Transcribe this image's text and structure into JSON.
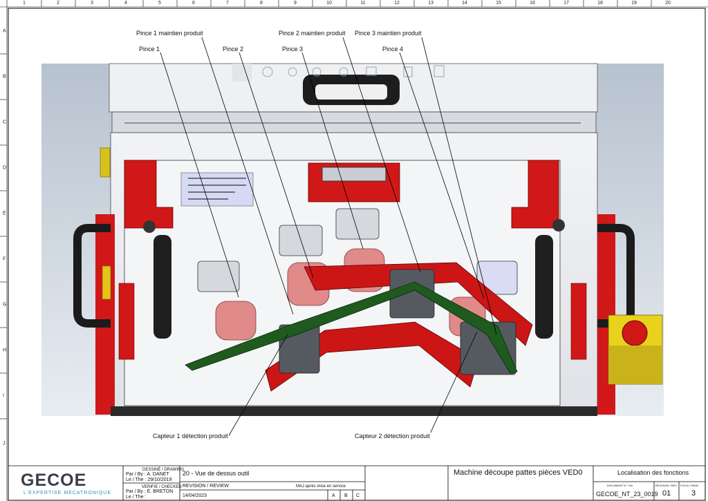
{
  "rulers": {
    "columns": [
      "1",
      "2",
      "3",
      "4",
      "5",
      "6",
      "7",
      "8",
      "9",
      "10",
      "11",
      "12",
      "13",
      "14",
      "15",
      "16",
      "17",
      "18",
      "19",
      "20"
    ],
    "rows": [
      "A",
      "B",
      "C",
      "D",
      "E",
      "F",
      "G",
      "H",
      "I",
      "J"
    ]
  },
  "callouts": {
    "pince1_maintien": "Pince 1 maintien produit",
    "pince2_maintien": "Pince 2 maintien produit",
    "pince3_maintien": "Pince 3 maintien produit",
    "pince1": "Pince 1",
    "pince2": "Pince 2",
    "pince3": "Pince 3",
    "pince4": "Pince 4",
    "capteur1": "Capteur 1 détection produit",
    "capteur2": "Capteur 2 détection produit"
  },
  "title_block": {
    "logo": "GECOE",
    "logo_tagline": "L'EXPERTISE MÉCATRONIQUE",
    "drawing_label": "DESSINÉ / DRAWING",
    "drawn_by": "Par / By : A. DANET",
    "drawn_date": "Le / The : 29/10/2019",
    "checked_label": "VERIFIE / CHECKED",
    "checked_by": "Par / By : E. BRETON",
    "checked_date": "Le / The :",
    "view_title": "20 - Vue de dessus outil",
    "revision_label": "REVISION / REVIEW",
    "revision_note": "MAJ après mise en service",
    "revision_date": "14/04/2023",
    "rev_letters": [
      "A",
      "B",
      "C"
    ],
    "machine_title": "Machine découpe pattes pièces VED0",
    "function_title": "Localisation des fonctions",
    "doc_number": "GECOE_NT_23_0019",
    "revision": "01",
    "page": "3",
    "mini_labels": [
      "DOCUMENT N° / No",
      "REVISION / REV",
      "FOLIO / PAGE"
    ]
  },
  "colors": {
    "frame_red": "#d01818",
    "steel": "#c9ccd2",
    "product_green": "#1f5a1f",
    "gripper_pink": "#e08a8a",
    "brand_blue": "#2f8fc0"
  }
}
